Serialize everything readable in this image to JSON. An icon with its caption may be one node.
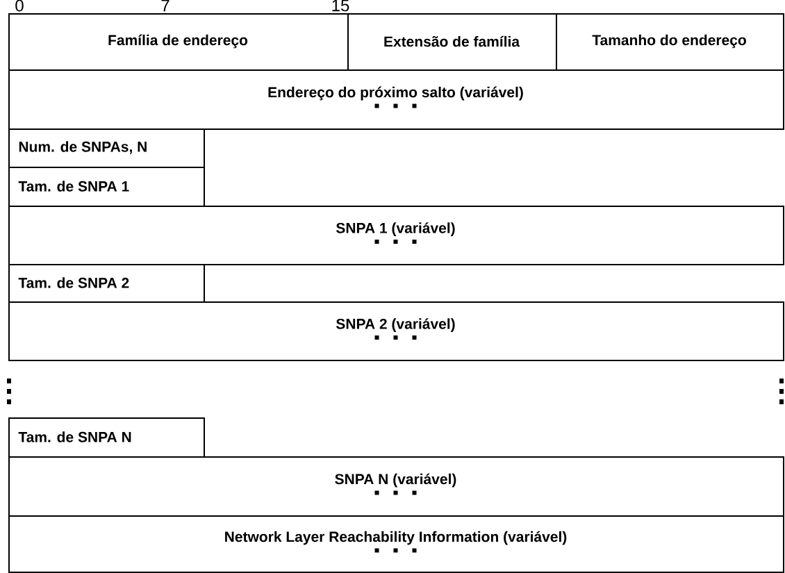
{
  "diagram": {
    "nodes": [
      {
        "text": [
          "Família de endereço"
        ]
      },
      {
        "text": [
          "Extensão de família"
        ]
      },
      {
        "text": [
          "Tamanho do endereço"
        ]
      },
      {
        "text": [
          "Endereço do próximo salto (variável)"
        ]
      },
      {
        "text": [
          "Num. de SNPAs, N"
        ]
      },
      {
        "text": [
          "Tam. de SNPA 1"
        ]
      },
      {
        "text": [
          "SNPA 1 (variável)"
        ]
      },
      {
        "text": [
          "Tam. de SNPA 2"
        ]
      },
      {
        "text": [
          "SNPA 2 (variável)"
        ]
      },
      {
        "text": [
          "Tam. de SNPA N"
        ]
      },
      {
        "text": [
          "SNPA N (variável)"
        ]
      },
      {
        "text": [
          "Network Layer Reachability Information (variável)"
        ]
      }
    ],
    "labels": [
      "0",
      "7",
      "15"
    ]
  }
}
